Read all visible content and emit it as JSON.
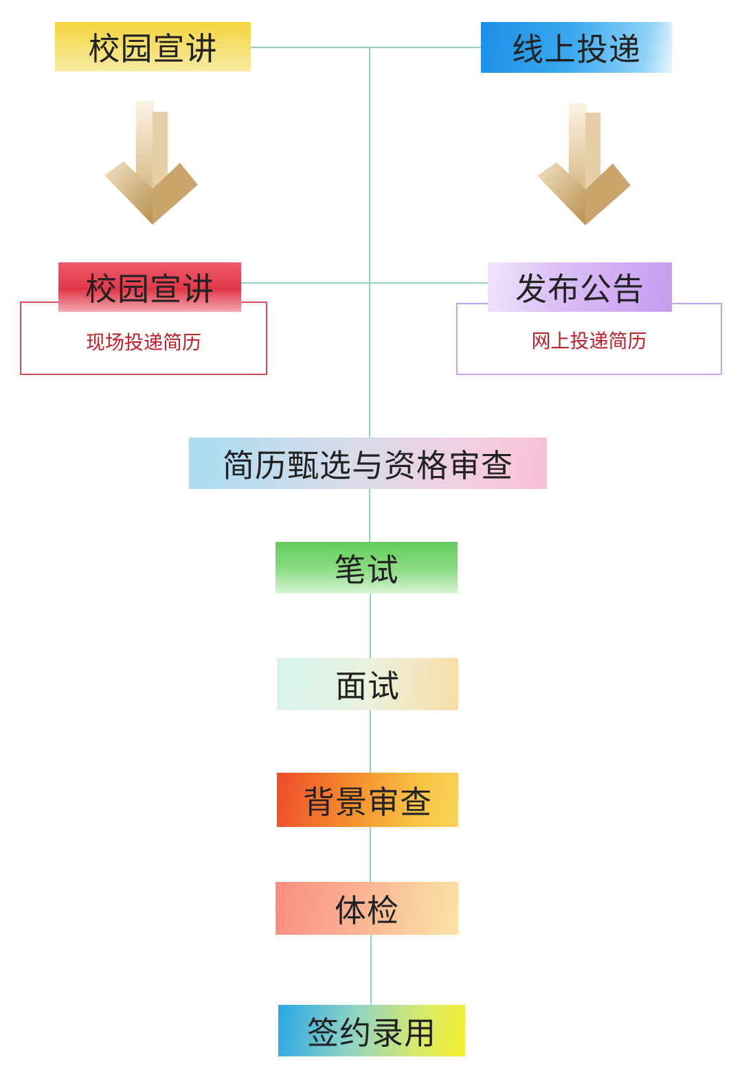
{
  "diagram": {
    "steps": {
      "campus_talk": "校园宣讲",
      "online_delivery": "线上投递",
      "campus_talk_2": "校园宣讲",
      "announcement": "发布公告",
      "onsite_resume": "现场投递简历",
      "online_resume": "网上投递简历",
      "screening": "简历甄选与资格审查",
      "written_test": "笔试",
      "interview": "面试",
      "background_check": "背景审查",
      "medical_exam": "体检",
      "signing": "签约录用"
    }
  },
  "colors": {
    "connector": "#8fd3c2",
    "arrow_light": "#f8ecd2",
    "arrow_dark": "#c9a56b"
  }
}
